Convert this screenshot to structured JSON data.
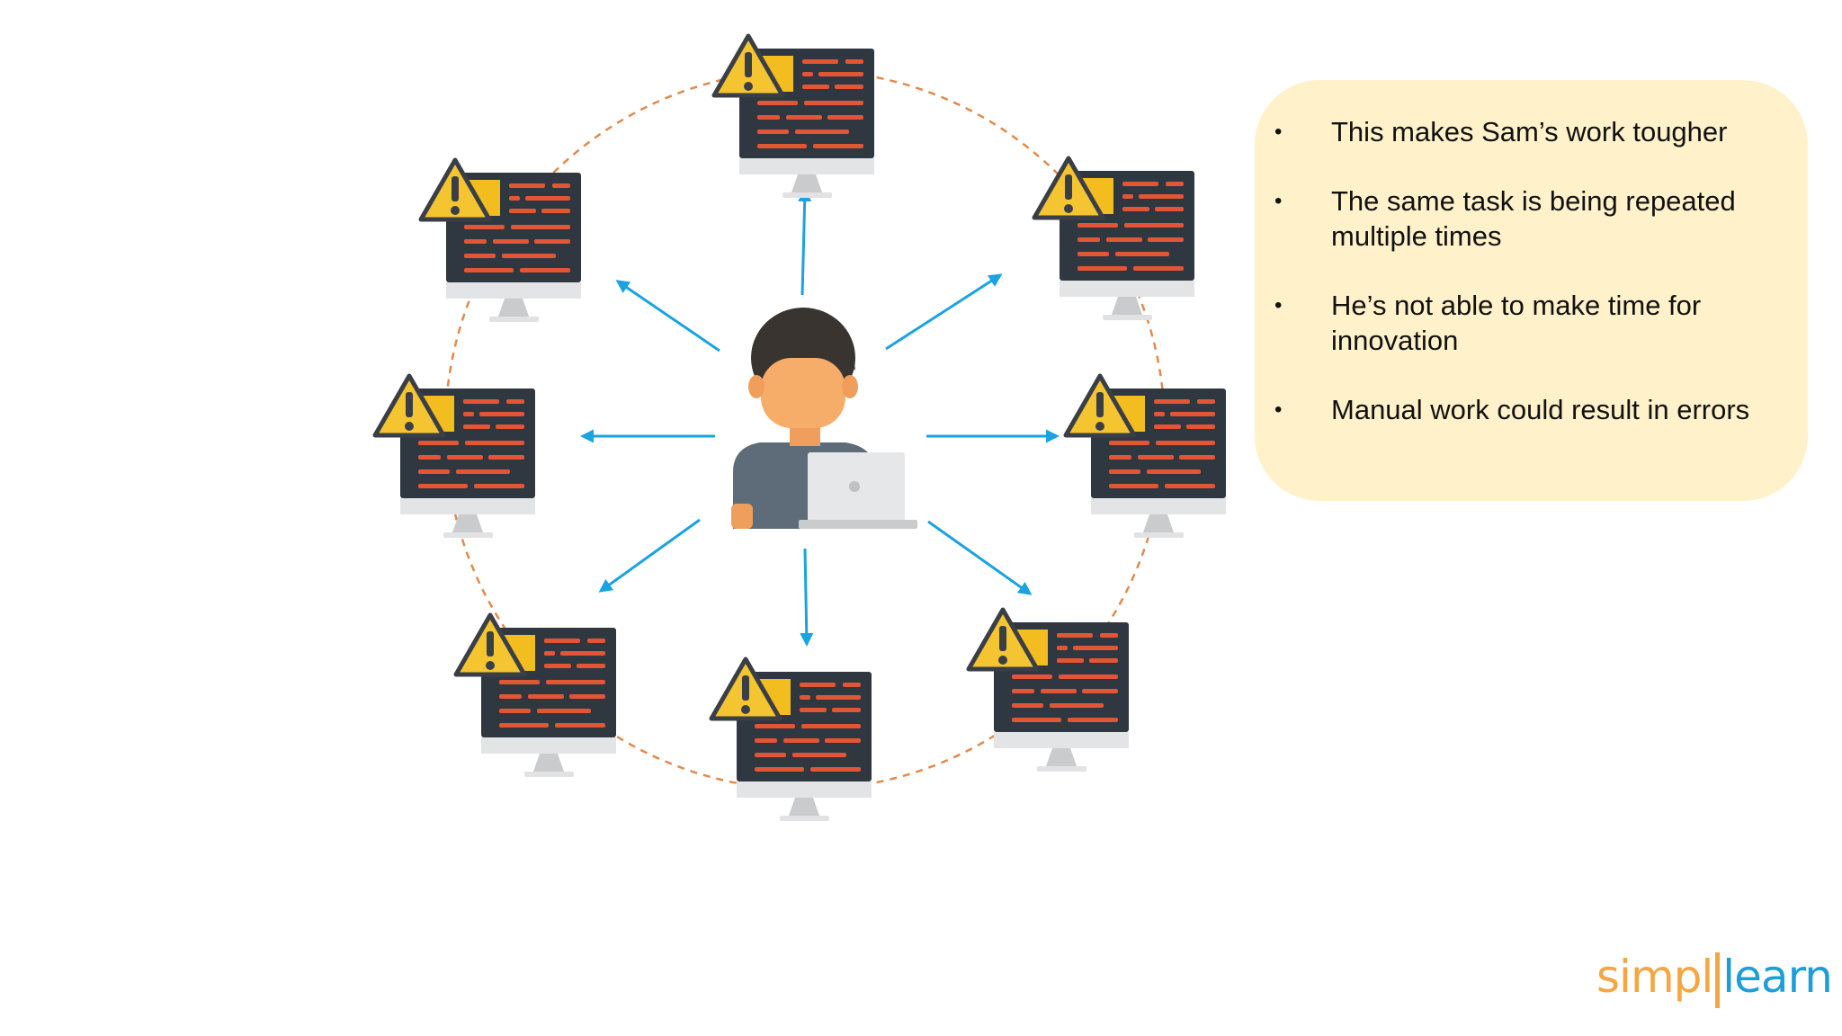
{
  "bullets": [
    "This makes Sam’s work tougher",
    "The same task is being repeated multiple times",
    "He’s not able to make time for innovation",
    "Manual work could result in errors"
  ],
  "bullet_marker": "•",
  "logo": {
    "part1": "simpl",
    "part2": "learn"
  },
  "colors": {
    "arrow": "#1aa3e0",
    "circle": "#e3894a",
    "warning": "#f5c531",
    "screen": "#2f3740",
    "code_line": "#e25535",
    "box_fill": "#fff1c9"
  },
  "icons": {
    "center": "person-with-laptop-icon",
    "nodes": "monitor-warning-icon"
  }
}
